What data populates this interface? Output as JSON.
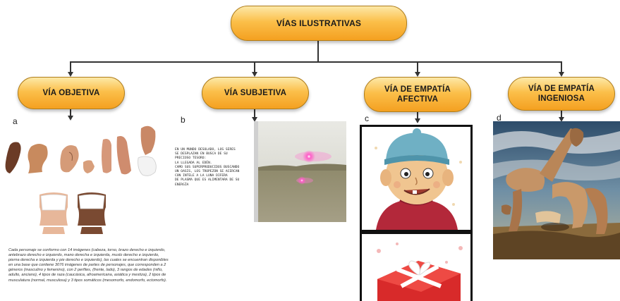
{
  "diagram": {
    "root": "VÍAS ILUSTRATIVAS",
    "branches": [
      {
        "label_line1": "VÍA OBJETIVA",
        "label_line2": "",
        "letter": "a"
      },
      {
        "label_line1": "VÍA SUBJETIVA",
        "label_line2": "",
        "letter": "b"
      },
      {
        "label_line1": "VÍA DE EMPATÍA",
        "label_line2": "AFECTIVA",
        "letter": "c"
      },
      {
        "label_line1": "VÍA DE EMPATÍA",
        "label_line2": "INGENIOSA",
        "letter": "d"
      }
    ]
  },
  "panel_a": {
    "caption": "Cada personaje se conformo con 14 imágenes (cabeza, torso, brazo derecho e izquierdo, antebrazo derecho e izquierdo, mano derecha e izquierda, muslo derecho e izquierdo, pierna derecha e izquierda y pie derecho e izquierdo), las cuales se encuentran disponibles en una base que contiene 3076 imágenes de partes de personajes, que corresponden a 2 géneros (masculino y femenino), con 2 perfiles, (frente, lado), 3 rangos de edades (niño, adulto, anciano), 4 tipos de raza (caucásica, afroamericana, asiática y mestiza), 2 tipos de musculatura (normal, musculosa) y 3 tipos somáticos (mesomorfo, endomorfo, ectomorfo)."
  },
  "panel_b": {
    "lines": [
      "EN UN MUNDO DESOLADO, LOS SERES",
      "SE DESPLAZAN EN BUSCA DE SU",
      "PRECIOSO TESORO:",
      "LA LLEGADA AL EDÉN.",
      "CAMO SUS SUPERPRODUCIDOS BUSCANDO",
      "UN OASIS, LOS TROPEZÓN SE ACERCAN",
      "CON INTELE A LA LUNA DIFERA",
      "DE PLASMA QUE ES ALIMENTARA DE SU",
      "ENERGÍA"
    ]
  },
  "colors": {
    "pill_top": "#fde9a8",
    "pill_bottom": "#f4a020",
    "pill_border": "#b07d1a",
    "connector": "#333333"
  }
}
